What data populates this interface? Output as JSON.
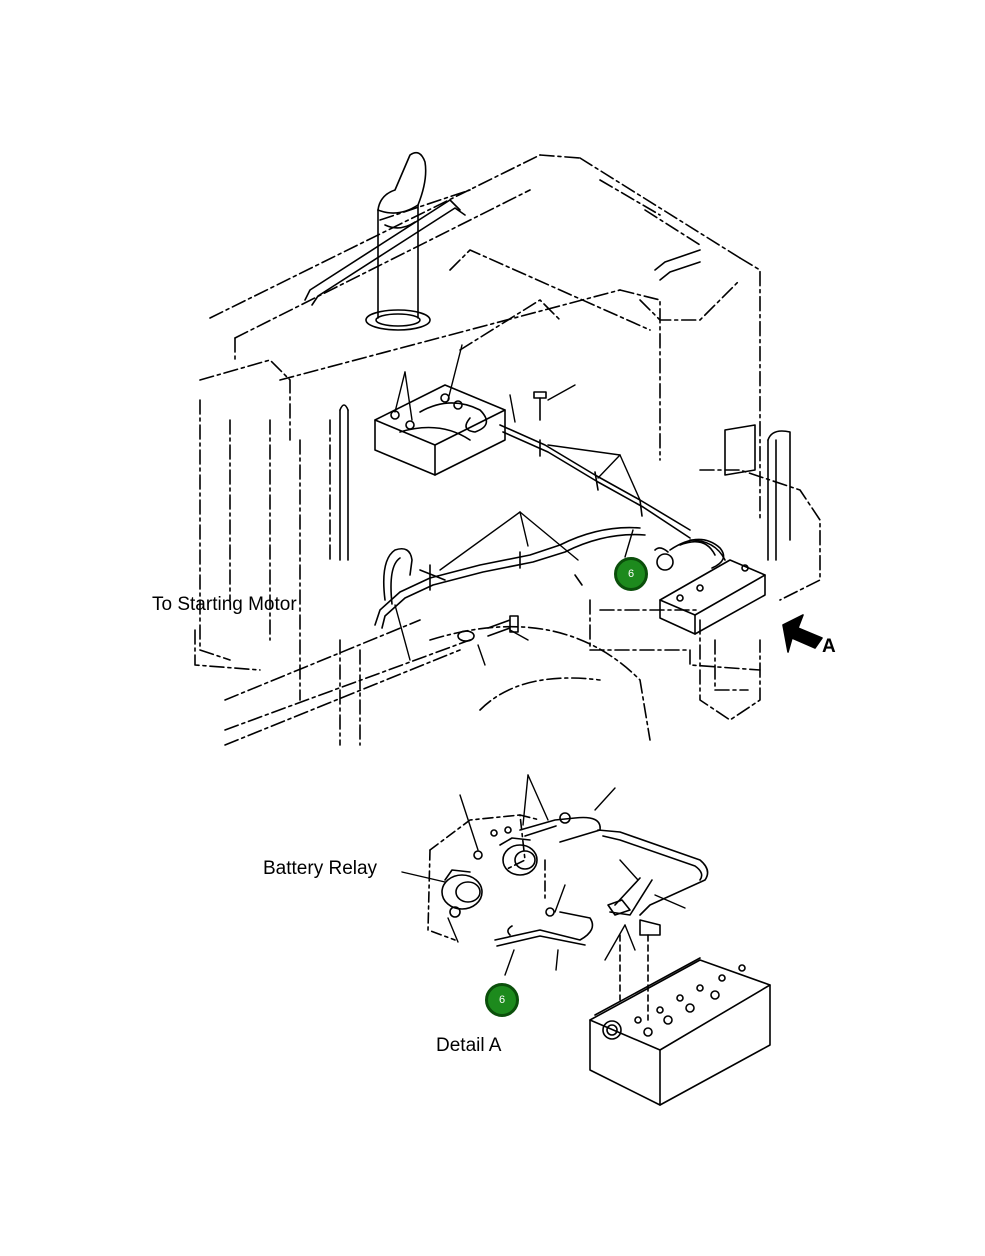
{
  "labels": {
    "to_starting_motor": "To Starting Motor",
    "battery_relay": "Battery Relay",
    "detail_a": "Detail A",
    "view_arrow_letter": "A"
  },
  "callouts": {
    "upper": "6",
    "lower": "6"
  },
  "colors": {
    "line": "#000000",
    "callout_fill": "#1d8a1d",
    "callout_border": "#0b4f0b",
    "callout_text": "#ffffff"
  }
}
